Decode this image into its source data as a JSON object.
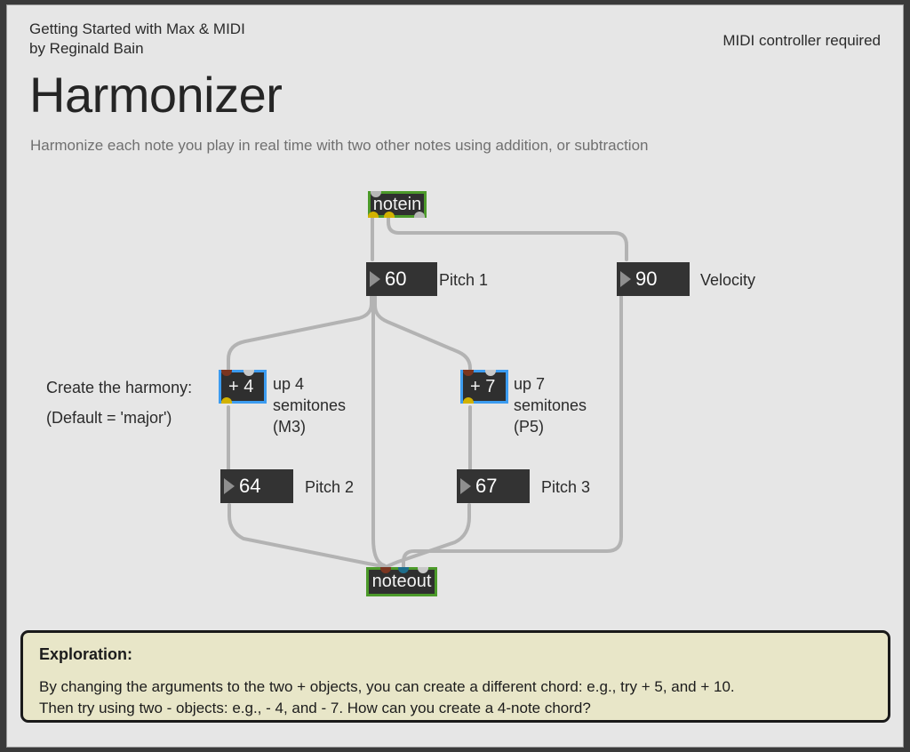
{
  "window": {
    "background": "#e6e6e6",
    "frame_color": "#3a3a3a"
  },
  "header": {
    "credit": "Getting Started with Max & MIDI\nby Reginald Bain",
    "requirement": "MIDI controller required",
    "title": "Harmonizer",
    "subtitle": "Harmonize each note you play in real time with two other notes using addition, or subtraction"
  },
  "patch": {
    "objects": [
      {
        "id": "notein",
        "text": "notein",
        "kind": "midi-in",
        "border_color": "#4c9a2a"
      },
      {
        "id": "plus4",
        "text": "+ 4",
        "kind": "math",
        "border_color": "#3c9cf0"
      },
      {
        "id": "plus7",
        "text": "+ 7",
        "kind": "math",
        "border_color": "#3c9cf0"
      },
      {
        "id": "noteout",
        "text": "noteout",
        "kind": "midi-out",
        "border_color": "#4c9a2a"
      }
    ],
    "number_boxes": [
      {
        "id": "pitch1",
        "value": "60",
        "label": "Pitch 1"
      },
      {
        "id": "velocity",
        "value": "90",
        "label": "Velocity"
      },
      {
        "id": "pitch2",
        "value": "64",
        "label": "Pitch 2"
      },
      {
        "id": "pitch3",
        "value": "67",
        "label": "Pitch 3"
      }
    ],
    "comments": {
      "create_harmony": "Create the harmony:",
      "default_major": "(Default = 'major')",
      "up4": "up 4\nsemitones\n(M3)",
      "up7": "up 7\nsemitones\n(P5)"
    },
    "cord_color": "#b3b3b3"
  },
  "exploration": {
    "title": "Exploration:",
    "body": "By changing the arguments to the two + objects, you can create a different chord: e.g., try + 5, and + 10.\nThen try using two - objects: e.g., - 4, and - 7. How can you create a 4-note chord?",
    "background": "#e8e6c8",
    "border_color": "#1a1a1a"
  }
}
